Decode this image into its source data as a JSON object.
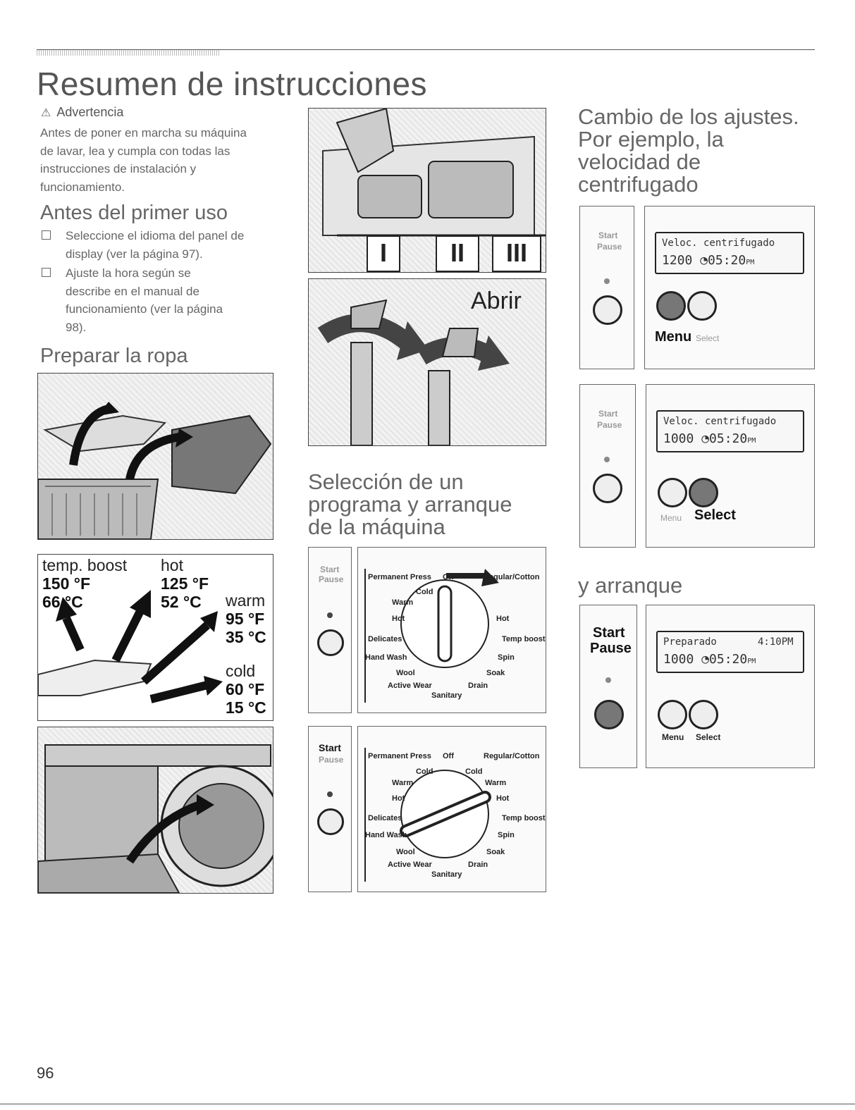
{
  "page": {
    "title": "Resumen de instrucciones",
    "page_number": "96"
  },
  "warning": {
    "heading": "Advertencia",
    "icon": "warning-triangle-icon",
    "body": "Antes de poner en marcha su máquina de lavar, lea y cumpla con todas las instrucciones de instalación y funcionamiento."
  },
  "before_first_use": {
    "heading": "Antes del primer uso",
    "items": [
      "Seleccione el idioma del panel de display (ver la página 97).",
      "Ajuste la hora según se describe en el manual de funcionamiento (ver la página 98)."
    ]
  },
  "prepare_laundry": {
    "heading": "Preparar la ropa"
  },
  "temperatures": {
    "temp_boost_label": "temp. boost",
    "temp_boost_f": "150 °F",
    "temp_boost_c": "66 °C",
    "hot_label": "hot",
    "hot_f": "125 °F",
    "hot_c": "52 °C",
    "warm_label": "warm",
    "warm_f": "95 °F",
    "warm_c": "35 °C",
    "cold_label": "cold",
    "cold_f": "60 °F",
    "cold_c": "15 °C"
  },
  "dispenser": {
    "compartments": [
      "I",
      "II",
      "III"
    ]
  },
  "faucet": {
    "label": "Abrir"
  },
  "program_selection": {
    "heading": "Selección de un programa y arranque de la máquina"
  },
  "dial": {
    "labels": {
      "permanent_press": "Permanent Press",
      "off": "Off",
      "regular_cotton": "Regular/Cotton",
      "cold_left": "Cold",
      "cold_right": "Cold",
      "warm_left": "Warm",
      "warm_right": "Warm",
      "hot_left": "Hot",
      "hot_right": "Hot",
      "delicates": "Delicates",
      "temp_boost": "Temp boost",
      "hand_wash": "Hand Wash",
      "spin": "Spin",
      "wool": "Wool",
      "soak": "Soak",
      "active_wear": "Active Wear",
      "drain": "Drain",
      "sanitary": "Sanitary"
    }
  },
  "start_pause": {
    "start": "Start",
    "pause": "Pause"
  },
  "change_settings": {
    "heading": "Cambio de los ajustes. Por ejemplo, la velocidad de centrifugado"
  },
  "displays": [
    {
      "line1": "Veloc. centrifugado",
      "line2": "1200",
      "time": "05:20",
      "ampm": "PM",
      "left_button": "Menu",
      "right_button": "Select",
      "active": "left"
    },
    {
      "line1": "Veloc. centrifugado",
      "line2": "1000",
      "time": "05:20",
      "ampm": "PM",
      "left_button": "Menu",
      "right_button": "Select",
      "active": "right"
    },
    {
      "line1": "Preparado",
      "line1_right": "4:10PM",
      "line2": "1000",
      "time": "05:20",
      "ampm": "PM",
      "left_button": "Menu",
      "right_button": "Select",
      "active": "start"
    }
  ],
  "and_start": {
    "heading": "y arranque"
  }
}
